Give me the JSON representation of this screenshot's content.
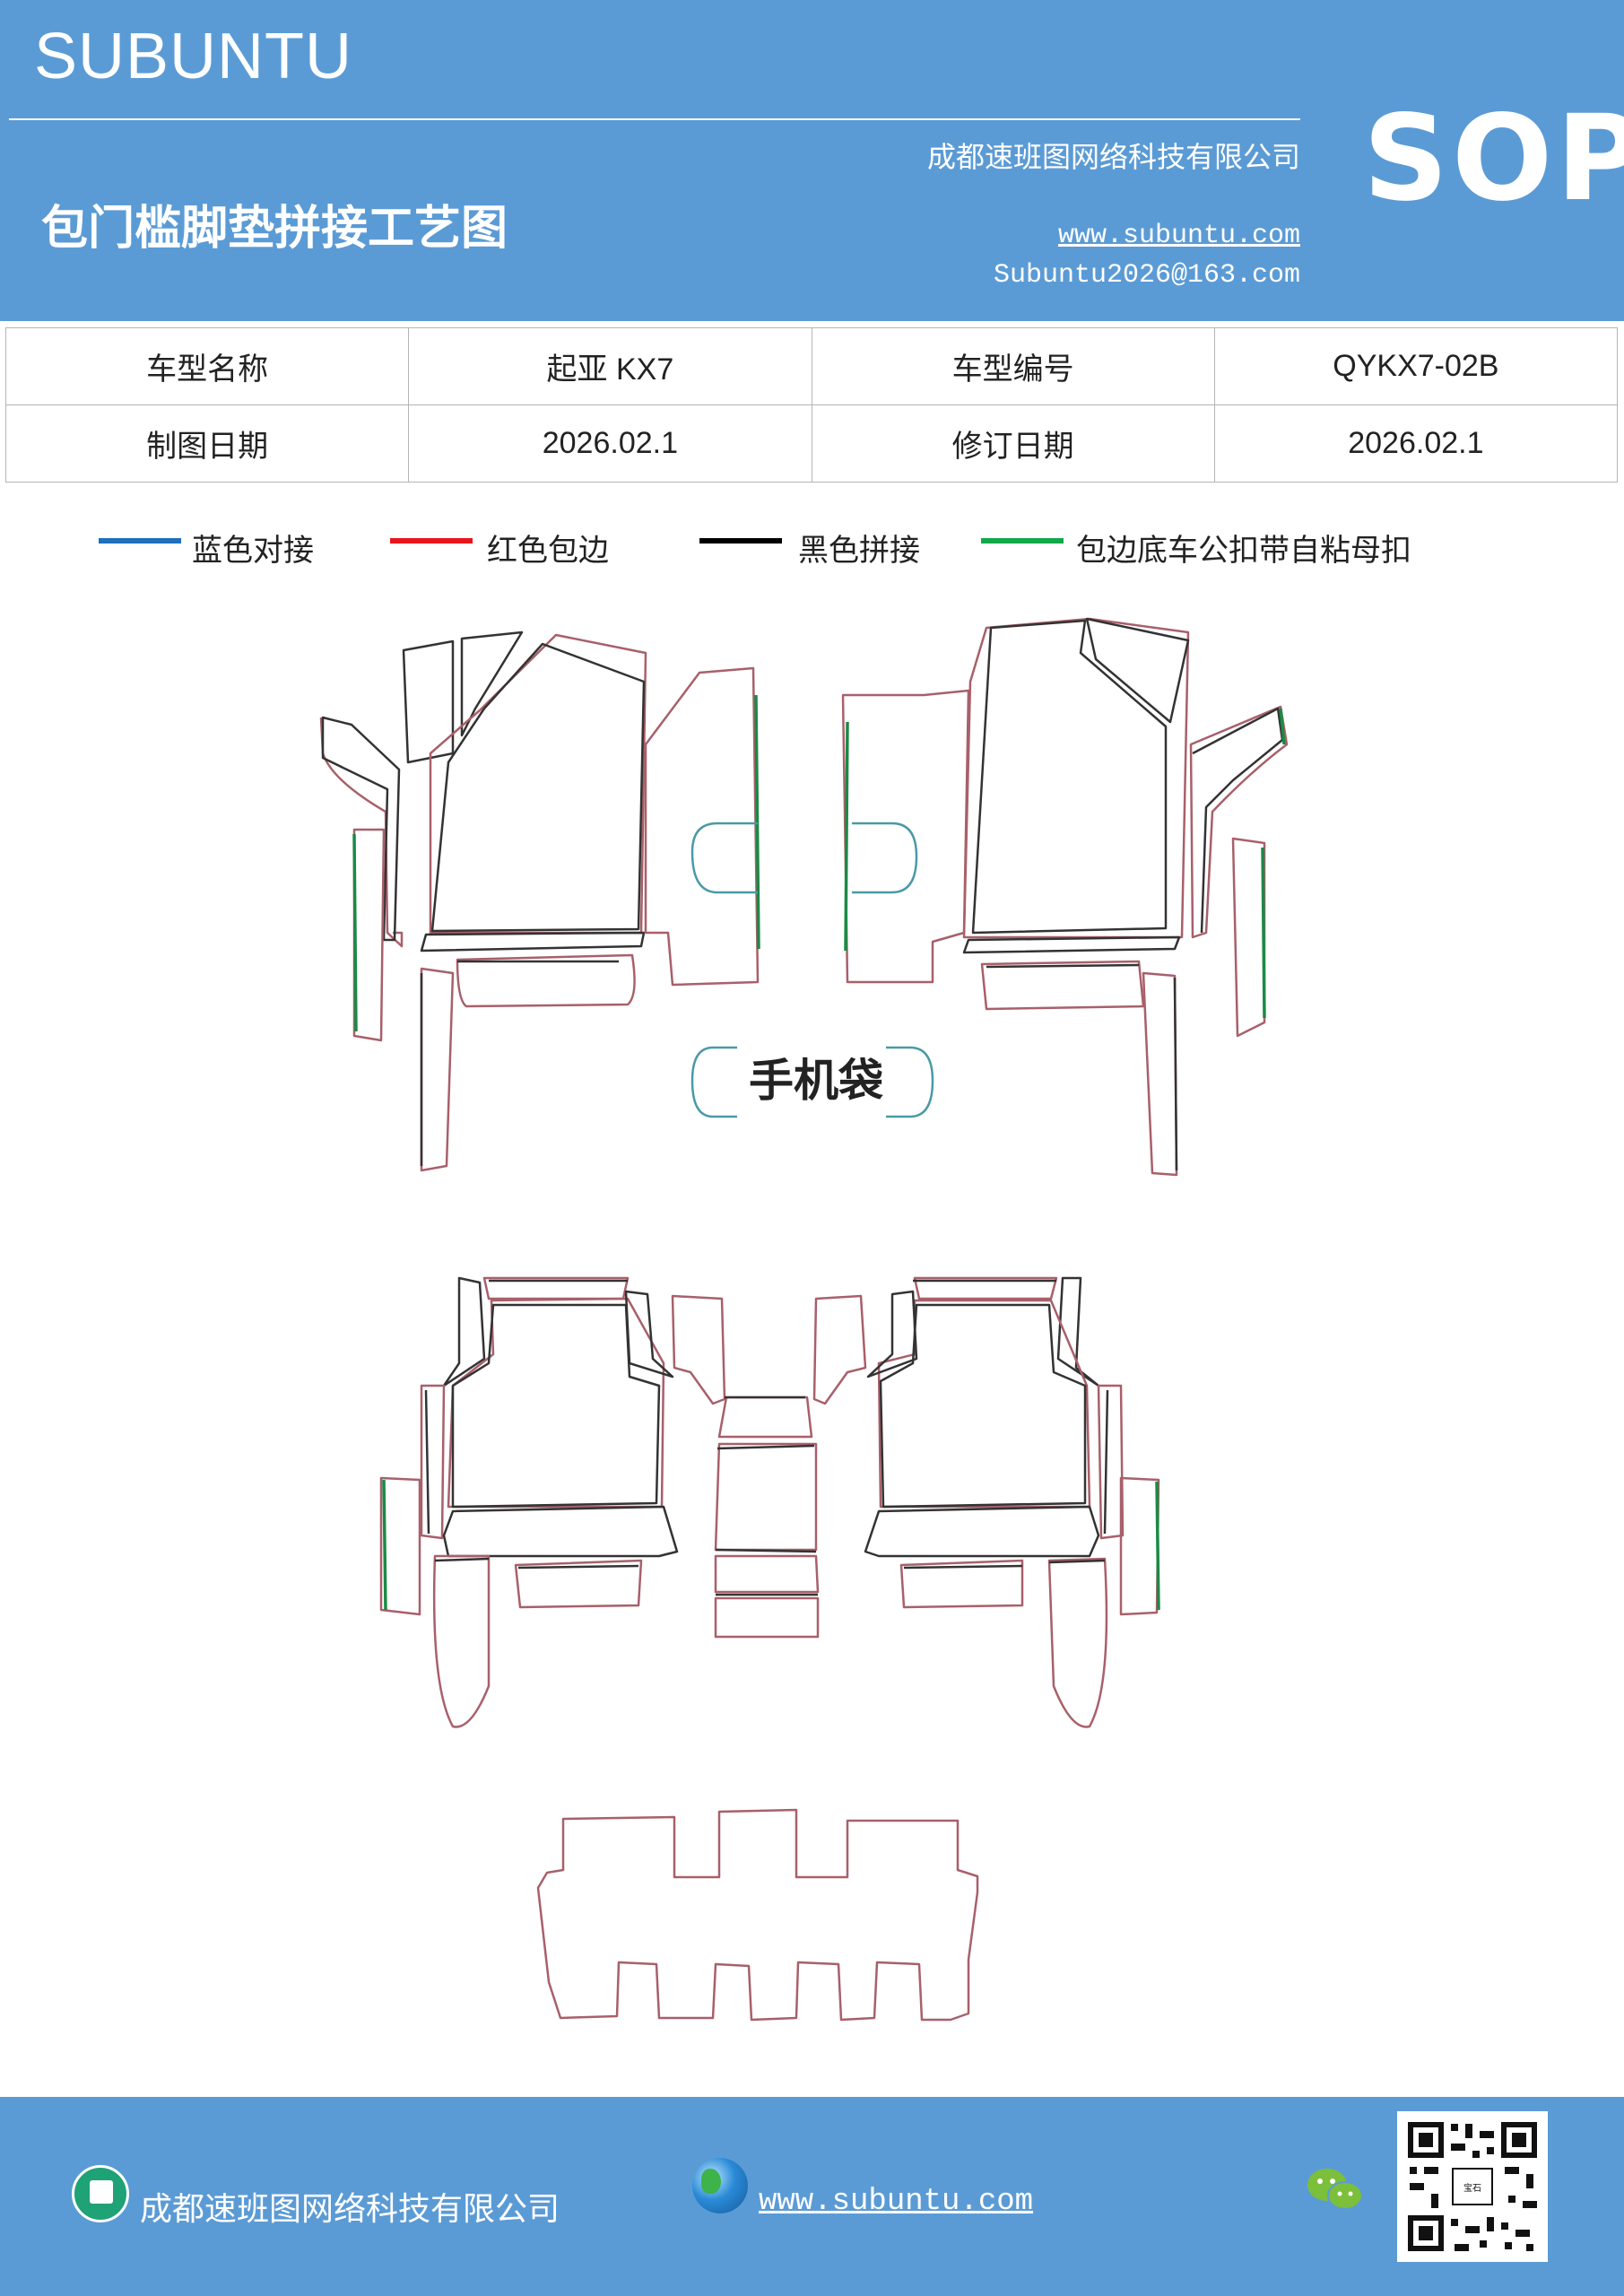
{
  "header": {
    "brand": "SUBUNTU",
    "doc_title": "包门槛脚垫拼接工艺图",
    "company": "成都速班图网络科技有限公司",
    "website": "www.subuntu.com",
    "email": "Subuntu2026@163.com",
    "sop": "SOP"
  },
  "info": {
    "model_name_label": "车型名称",
    "model_name_value": "起亚 KX7",
    "model_code_label": "车型编号",
    "model_code_value": "QYKX7-02B",
    "draw_date_label": "制图日期",
    "draw_date_value": "2026.02.1",
    "revise_date_label": "修订日期",
    "revise_date_value": "2026.02.1"
  },
  "legend": [
    {
      "label": "蓝色对接",
      "color": "#1f6fbd"
    },
    {
      "label": "红色包边",
      "color": "#e8151b"
    },
    {
      "label": "黑色拼接",
      "color": "#000000"
    },
    {
      "label": "包边底车公扣带自粘母扣",
      "color": "#12a84a"
    }
  ],
  "drawing": {
    "phone_bag_label": "手机袋",
    "colors": {
      "outline": "#a8606a",
      "seam": "#333333",
      "green": "#1a8a46",
      "blue": "#4a9aa6"
    }
  },
  "footer": {
    "company": "成都速班图网络科技有限公司",
    "website": "www.subuntu.com",
    "icons": [
      "building-icon",
      "globe-icon",
      "wechat-icon",
      "qr-code"
    ]
  }
}
